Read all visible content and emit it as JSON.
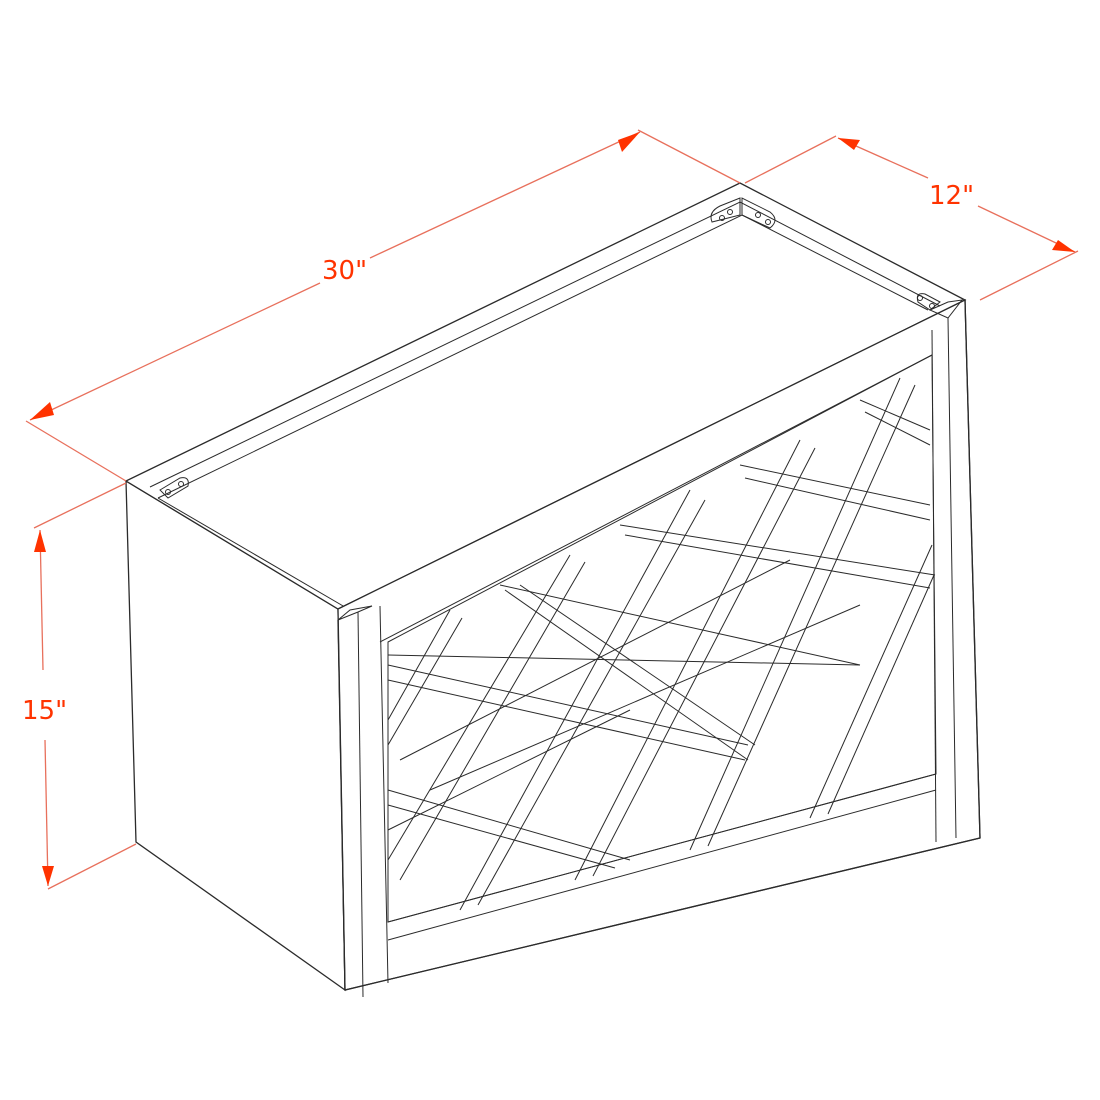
{
  "drawing": {
    "subject": "Wall wine rack cabinet with diagonal lattice",
    "line_color": "#2b2b2b",
    "dimension_color": "#ff3300",
    "dimension_line_color": "#e8705c"
  },
  "dimensions": {
    "width": {
      "label": "30\"",
      "value": 30,
      "unit": "in"
    },
    "depth": {
      "label": "12\"",
      "value": 12,
      "unit": "in"
    },
    "height": {
      "label": "15\"",
      "value": 15,
      "unit": "in"
    }
  },
  "hardware": {
    "corner_brackets": 4
  }
}
